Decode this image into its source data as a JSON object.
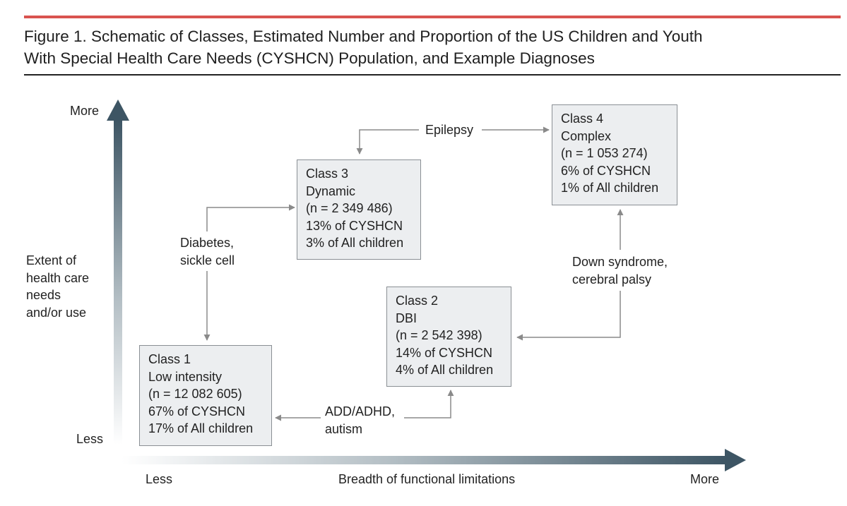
{
  "figure": {
    "title_line1": "Figure 1. Schematic of Classes, Estimated Number and Proportion of the US Children and Youth",
    "title_line2": "With Special Health Care Needs (CYSHCN) Population, and Example Diagnoses"
  },
  "y_axis": {
    "top_label": "More",
    "bottom_label": "Less",
    "title_lines": [
      "Extent of",
      "health care",
      "needs",
      "and/or use"
    ]
  },
  "x_axis": {
    "left_label": "Less",
    "title": "Breadth of functional limitations",
    "right_label": "More"
  },
  "classes": [
    {
      "name": "Class 1",
      "type": "Low intensity",
      "n": "(n = 12 082 605)",
      "pct_cyshcn": "67% of CYSHCN",
      "pct_all": "17% of All children"
    },
    {
      "name": "Class 2",
      "type": "DBI",
      "n": "(n = 2 542 398)",
      "pct_cyshcn": "14% of CYSHCN",
      "pct_all": "4% of All children"
    },
    {
      "name": "Class 3",
      "type": "Dynamic",
      "n": "(n = 2 349 486)",
      "pct_cyshcn": "13% of CYSHCN",
      "pct_all": "3% of All children"
    },
    {
      "name": "Class 4",
      "type": "Complex",
      "n": "(n = 1 053 274)",
      "pct_cyshcn": "6% of CYSHCN",
      "pct_all": "1% of All children"
    }
  ],
  "diagnoses": {
    "epilepsy": "Epilepsy",
    "diabetes_lines": [
      "Diabetes,",
      "sickle cell"
    ],
    "down_lines": [
      "Down syndrome,",
      "cerebral palsy"
    ],
    "adhd_lines": [
      "ADD/ADHD,",
      "autism"
    ]
  },
  "colors": {
    "accent_rule": "#d9534f",
    "axis_dark": "#3d5564",
    "box_fill": "#eceef0",
    "box_border": "#8a8f94",
    "connector": "#8a8a8a"
  }
}
